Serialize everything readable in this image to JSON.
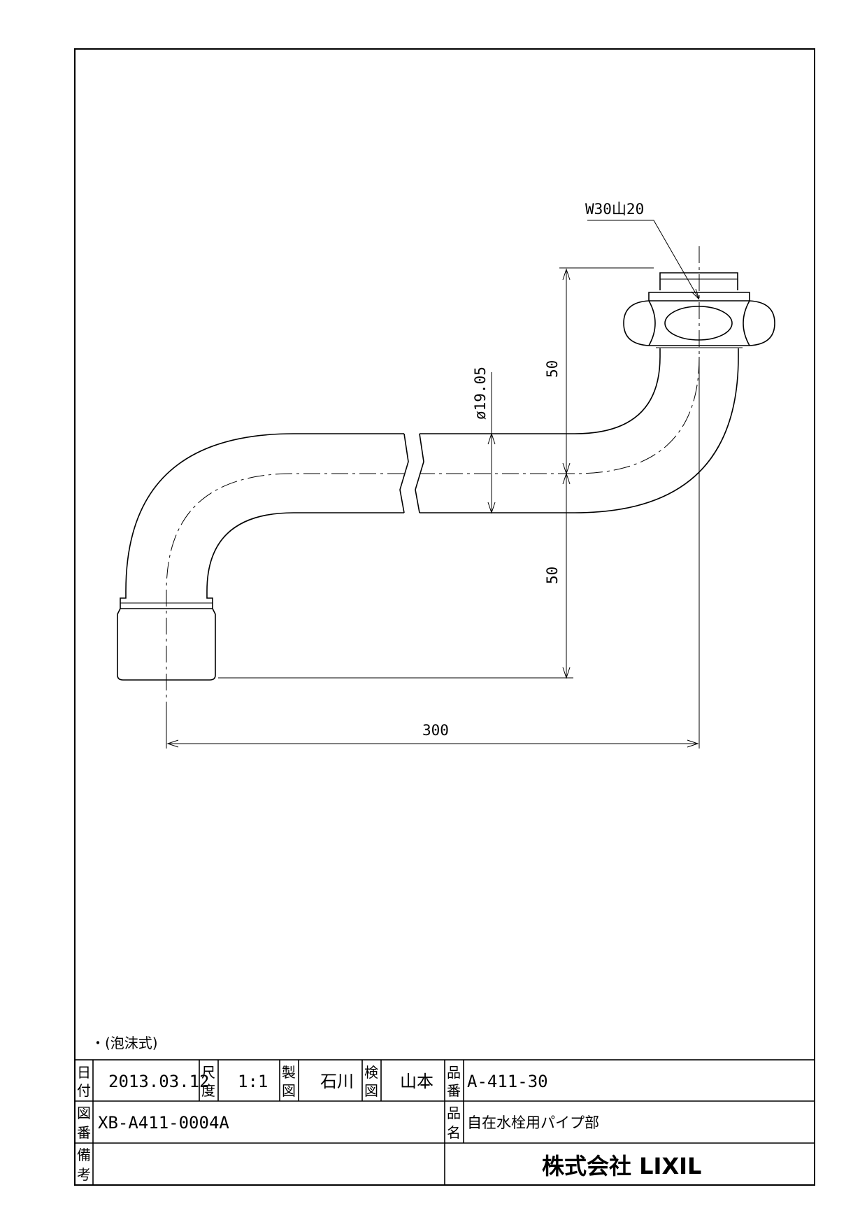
{
  "drawing": {
    "dimensions": {
      "thread_spec": "W30山20",
      "pipe_diameter": "ø19.05",
      "height_upper": "50",
      "height_lower": "50",
      "width_total": "300"
    },
    "note": "・(泡沫式)"
  },
  "title_block": {
    "date_label": [
      "日",
      "付"
    ],
    "date_value": "2013.03.12",
    "scale_label": [
      "尺",
      "度"
    ],
    "scale_value": "1:1",
    "drafter_label": [
      "製",
      "図"
    ],
    "drafter_value": "石川",
    "checker_label": [
      "検",
      "図"
    ],
    "checker_value": "山本",
    "part_number_label": [
      "品",
      "番"
    ],
    "part_number_value": "A-411-30",
    "drawing_number_label": [
      "図",
      "番"
    ],
    "drawing_number_value": "XB-A411-0004A",
    "part_name_label": [
      "品",
      "名"
    ],
    "part_name_value": "自在水栓用パイプ部",
    "remarks_label": [
      "備",
      "考"
    ],
    "remarks_value": "",
    "company": "株式会社 LIXIL"
  }
}
